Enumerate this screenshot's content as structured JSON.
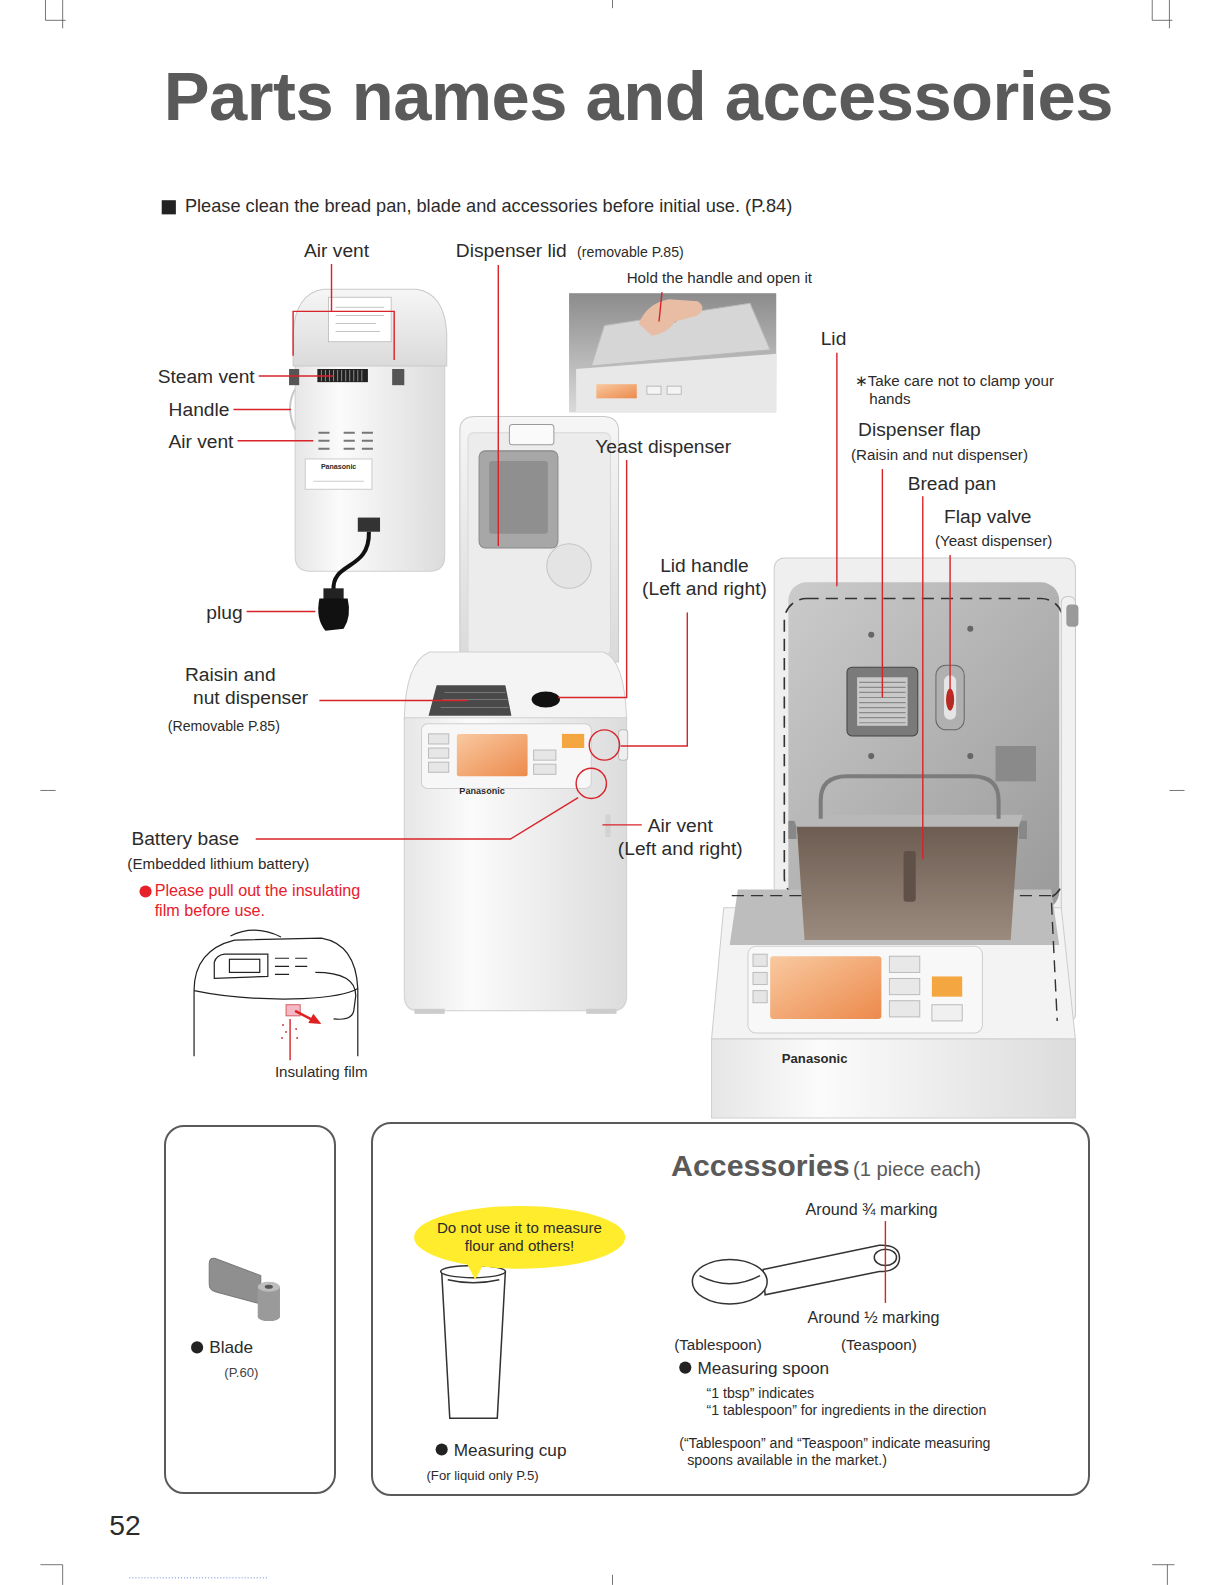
{
  "diagram": {
    "title": "Parts names and accessories",
    "nodes": [
      {
        "text": [
          "Blade",
          "(P.60)"
        ]
      },
      {
        "text": [
          "Accessories",
          "(1 piece each)",
          "Measuring cup",
          "(For liquid only P.5)",
          "Around ¾ marking",
          "Around ½ marking",
          "(Tablespoon)",
          "(Teaspoon)",
          "Measuring spoon",
          "“1 tbsp” indicates “1 tablespoon” for ingredients in the direction",
          "(“Tablespoon” and “Teaspoon” indicate measuring spoons available in the market.)"
        ]
      },
      {
        "text": [
          "Do not use it to measure flour and others!"
        ],
        "in": 1
      }
    ],
    "labels": [
      "Please clean the bread pan, blade and accessories before initial use. (P.84)",
      "Air vent",
      "Dispenser lid",
      "(removable P.85)",
      "Hold the handle and open it",
      "Lid",
      "∗Take care not to clamp your hands",
      "Steam vent",
      "Handle",
      "Air vent",
      "Yeast dispenser",
      "Dispenser flap",
      "(Raisin and nut dispenser)",
      "Bread pan",
      "Flap valve",
      "(Yeast dispenser)",
      "Lid handle (Left and right)",
      "plug",
      "Raisin and nut dispenser",
      "(Removable P.85)",
      "Battery base",
      "(Embedded lithium battery)",
      "Please pull out the insulating film before use.",
      "Air vent (Left and right)",
      "Insulating film",
      "Panasonic",
      "Panasonic",
      "Panasonic",
      "52"
    ]
  }
}
